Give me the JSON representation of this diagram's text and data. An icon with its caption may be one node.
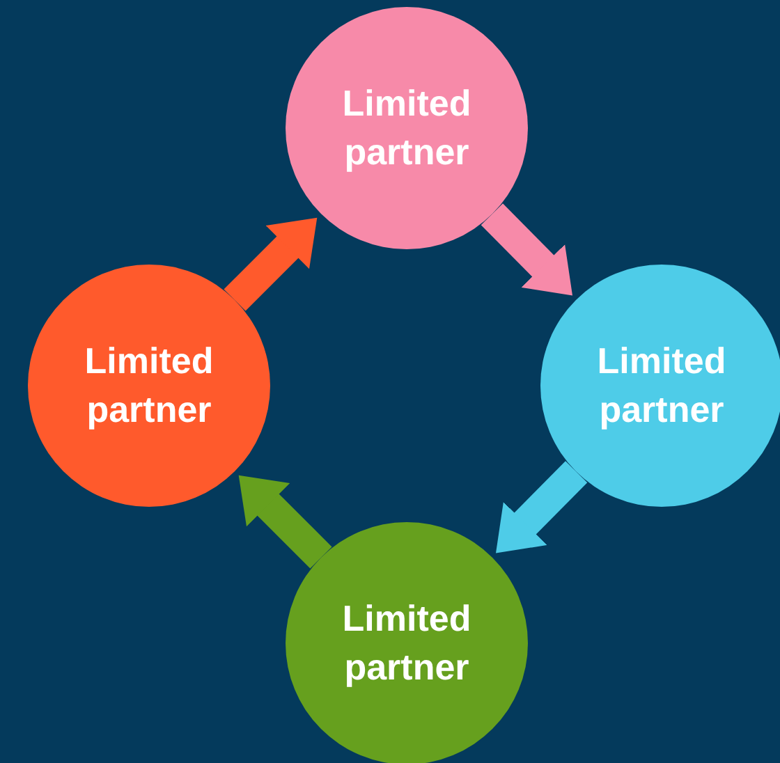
{
  "diagram": {
    "nodes": [
      {
        "text": [
          "Limited partner"
        ]
      },
      {
        "text": [
          "Limited partner"
        ]
      },
      {
        "text": [
          "Limited partner"
        ]
      },
      {
        "text": [
          "Limited partner"
        ]
      }
    ],
    "edges": [
      {
        "from": 0,
        "to": 1,
        "arrow": "to",
        "color": "#f78aa9"
      },
      {
        "from": 1,
        "to": 2,
        "arrow": "to",
        "color": "#4ecce8"
      },
      {
        "from": 2,
        "to": 3,
        "arrow": "to",
        "color": "#66a01e"
      },
      {
        "from": 3,
        "to": 0,
        "arrow": "to",
        "color": "#ff5a2c"
      }
    ]
  }
}
